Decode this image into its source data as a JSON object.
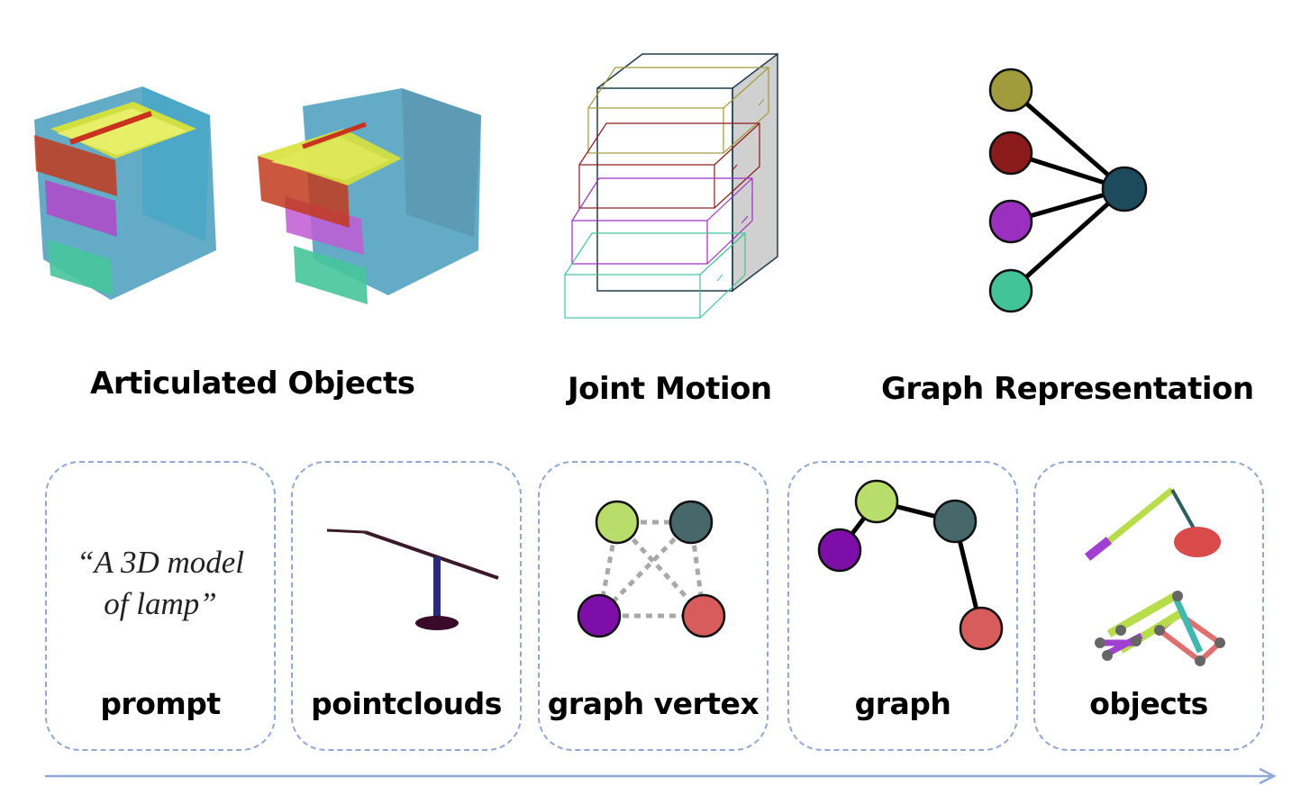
{
  "top_sections": {
    "articulated_objects": {
      "label": "Articulated Objects"
    },
    "joint_motion": {
      "label": "Joint Motion"
    },
    "graph_representation": {
      "label": "Graph Representation"
    }
  },
  "pipeline": {
    "stages": [
      {
        "label": "prompt",
        "content_text": [
          "“A  3D model",
          "of lamp”"
        ]
      },
      {
        "label": "pointclouds"
      },
      {
        "label": "graph vertex"
      },
      {
        "label": "graph"
      },
      {
        "label": "objects"
      }
    ]
  },
  "colors": {
    "olive": "#a09b3c",
    "dark_red": "#8b1a1a",
    "purple": "#9b30c0",
    "teal": "#43c398",
    "hub": "#1d4a5c",
    "lime": "#b8dd6a",
    "slate": "#46686a",
    "violet": "#7d0fa8",
    "coral": "#d95c5c",
    "dashed_border": "#8fa8d6",
    "arrow": "#8fa8d6"
  }
}
